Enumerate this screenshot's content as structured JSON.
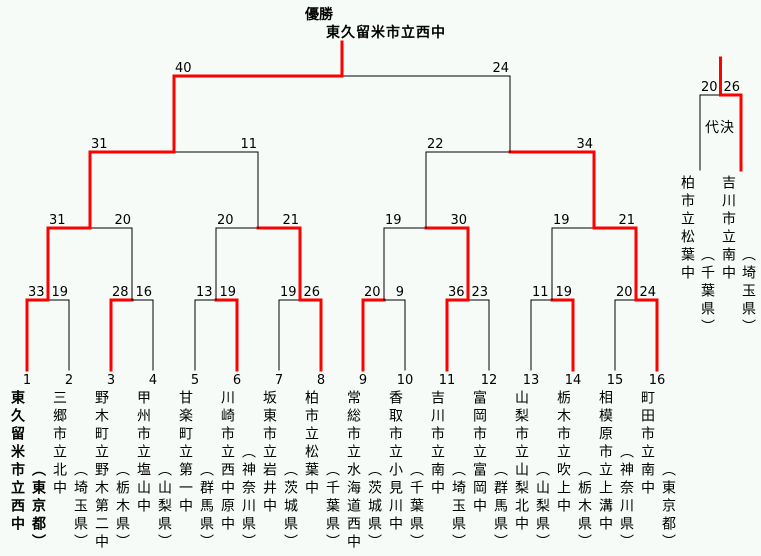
{
  "header": {
    "champion_label": "優勝",
    "champion_name": "東久留米市立西中"
  },
  "colors": {
    "win": "#ff0000",
    "line": "#000000",
    "background": "#f6fbf8"
  },
  "teams": [
    {
      "seed": "1",
      "name": "東久留米市立西中",
      "pref": "（東京都）"
    },
    {
      "seed": "2",
      "name": "三郷市立北中",
      "pref": "（埼玉県）"
    },
    {
      "seed": "3",
      "name": "野木町立野木第二中",
      "pref": "（栃木県）"
    },
    {
      "seed": "4",
      "name": "甲州市立塩山中",
      "pref": "（山梨県）"
    },
    {
      "seed": "5",
      "name": "甘楽町立第一中",
      "pref": "（群馬県）"
    },
    {
      "seed": "6",
      "name": "川崎市立西中原中",
      "pref": "（神奈川県）"
    },
    {
      "seed": "7",
      "name": "坂東市立岩井中",
      "pref": "（茨城県）"
    },
    {
      "seed": "8",
      "name": "柏市立松葉中",
      "pref": "（千葉県）"
    },
    {
      "seed": "9",
      "name": "常総市立水海道西中",
      "pref": "（茨城県）"
    },
    {
      "seed": "10",
      "name": "香取市立小見川中",
      "pref": "（千葉県）"
    },
    {
      "seed": "11",
      "name": "吉川市立南中",
      "pref": "（埼玉県）"
    },
    {
      "seed": "12",
      "name": "富岡市立富岡中",
      "pref": "（群馬県）"
    },
    {
      "seed": "13",
      "name": "山梨市立山梨北中",
      "pref": "（山梨県）"
    },
    {
      "seed": "14",
      "name": "栃木市立吹上中",
      "pref": "（栃木県）"
    },
    {
      "seed": "15",
      "name": "相模原市立上溝中",
      "pref": "（神奈川県）"
    },
    {
      "seed": "16",
      "name": "町田市立南中",
      "pref": "（東京都）"
    }
  ],
  "rounds": [
    [
      {
        "scores": [
          "33",
          "19"
        ],
        "winner": 0
      },
      {
        "scores": [
          "28",
          "16"
        ],
        "winner": 0
      },
      {
        "scores": [
          "13",
          "19"
        ],
        "winner": 1
      },
      {
        "scores": [
          "19",
          "26"
        ],
        "winner": 1
      },
      {
        "scores": [
          "20",
          "9"
        ],
        "winner": 0
      },
      {
        "scores": [
          "36",
          "23"
        ],
        "winner": 0
      },
      {
        "scores": [
          "11",
          "19"
        ],
        "winner": 1
      },
      {
        "scores": [
          "20",
          "24"
        ],
        "winner": 1
      }
    ],
    [
      {
        "scores": [
          "31",
          "20"
        ],
        "winner": 0
      },
      {
        "scores": [
          "20",
          "21"
        ],
        "winner": 1
      },
      {
        "scores": [
          "19",
          "30"
        ],
        "winner": 1
      },
      {
        "scores": [
          "19",
          "21"
        ],
        "winner": 1
      }
    ],
    [
      {
        "scores": [
          "31",
          "11"
        ],
        "winner": 0
      },
      {
        "scores": [
          "22",
          "34"
        ],
        "winner": 1
      }
    ],
    [
      {
        "scores": [
          "40",
          "24"
        ],
        "winner": 0
      }
    ]
  ],
  "third_place": {
    "label": "代決",
    "scores": [
      "20",
      "26"
    ],
    "winner": 1,
    "teams": [
      {
        "name": "柏市立松葉中",
        "pref": "（千葉県）"
      },
      {
        "name": "吉川市立南中",
        "pref": "（埼玉県）"
      }
    ]
  }
}
